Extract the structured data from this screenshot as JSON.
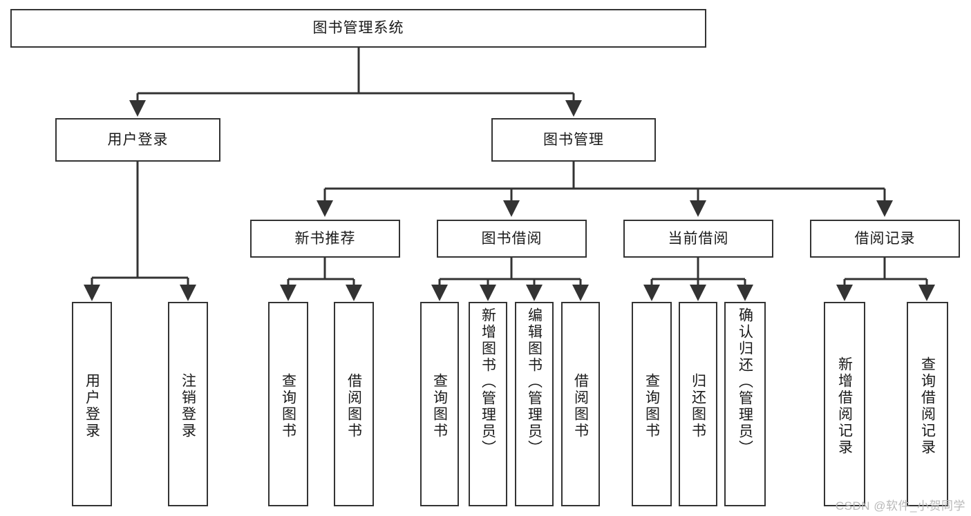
{
  "diagram": {
    "title": "图书管理系统",
    "type": "hierarchy-tree",
    "colors": {
      "box_border": "#333333",
      "box_fill": "#ffffff",
      "edge": "#333333",
      "text": "#1a1a1a",
      "watermark": "#b9b9b9"
    },
    "root": {
      "label": "图书管理系统"
    },
    "level1": [
      {
        "label": "用户登录"
      },
      {
        "label": "图书管理"
      }
    ],
    "level2": [
      {
        "label": "新书推荐"
      },
      {
        "label": "图书借阅"
      },
      {
        "label": "当前借阅"
      },
      {
        "label": "借阅记录"
      }
    ],
    "leaves": {
      "user_login": [
        {
          "label": "用户登录"
        },
        {
          "label": "注销登录"
        }
      ],
      "new_book_recommend": [
        {
          "label": "查询图书"
        },
        {
          "label": "借阅图书"
        }
      ],
      "book_borrow": [
        {
          "label": "查询图书"
        },
        {
          "label": "新增图书（管理员）"
        },
        {
          "label": "编辑图书（管理员）"
        },
        {
          "label": "借阅图书"
        }
      ],
      "current_borrow": [
        {
          "label": "查询图书"
        },
        {
          "label": "归还图书"
        },
        {
          "label": "确认归还（管理员）"
        }
      ],
      "borrow_record": [
        {
          "label": "新增借阅记录"
        },
        {
          "label": "查询借阅记录"
        }
      ]
    }
  },
  "watermark": {
    "text": "CSDN @软件_小贺同学"
  }
}
